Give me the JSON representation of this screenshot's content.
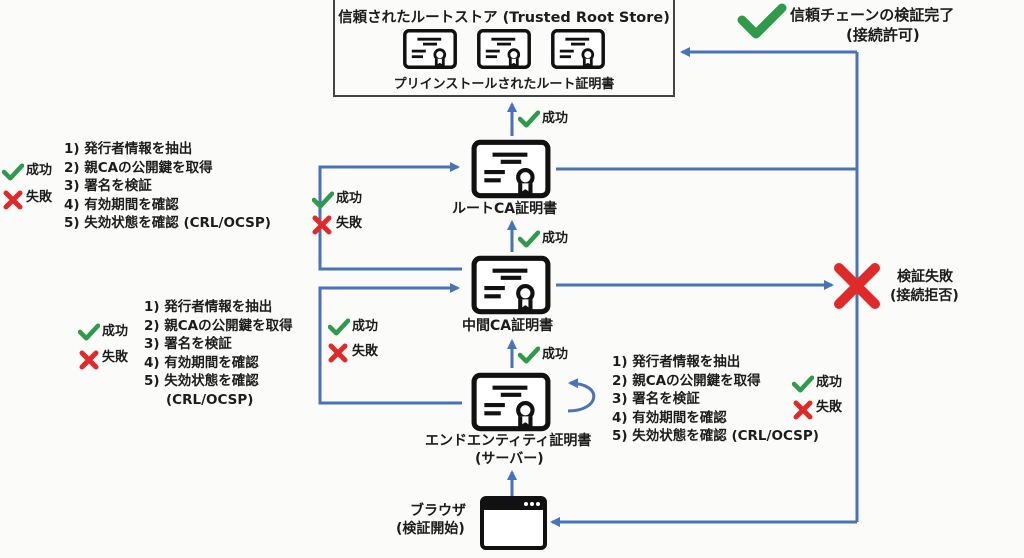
{
  "colors": {
    "line": "#4a72b8",
    "success": "#2e9a4a",
    "failure": "#e02a2a",
    "ink": "#1c1c1c"
  },
  "trusted_store": {
    "title": "信頼されたルートストア (Trusted Root Store)",
    "subtitle": "プリインストールされたルート証明書",
    "icons": [
      "certificate-icon",
      "certificate-icon",
      "certificate-icon"
    ]
  },
  "success_banner": {
    "line1": "信頼チェーンの検証完了",
    "line2": "(接続許可)"
  },
  "failure_banner": {
    "line1": "検証失敗",
    "line2": "(接続拒否)"
  },
  "nodes": {
    "root_ca": {
      "label": "ルートCA証明書"
    },
    "intermediate_ca": {
      "label": "中間CA証明書"
    },
    "end_entity": {
      "label_line1": "エンドエンティティ証明書",
      "label_line2": "(サーバー)"
    },
    "browser": {
      "label_line1": "ブラウザ",
      "label_line2": "(検証開始)"
    }
  },
  "labels": {
    "success": "成功",
    "failure": "失敗"
  },
  "steps_root": [
    "1) 発行者情報を抽出",
    "2) 親CAの公開鍵を取得",
    "3) 署名を検証",
    "4) 有効期間を確認",
    "5) 失効状態を確認 (CRL/OCSP)"
  ],
  "steps_intermediate": [
    "1) 発行者情報を抽出",
    "2) 親CAの公開鍵を取得",
    "3) 署名を検証",
    "4) 有効期間を確認",
    "5) 失効状態を確認",
    "(CRL/OCSP)"
  ],
  "steps_end_entity": [
    "1) 発行者情報を抽出",
    "2) 親CAの公開鍵を取得",
    "3) 署名を検証",
    "4) 有効期間を確認",
    "5) 失効状態を確認 (CRL/OCSP)"
  ]
}
